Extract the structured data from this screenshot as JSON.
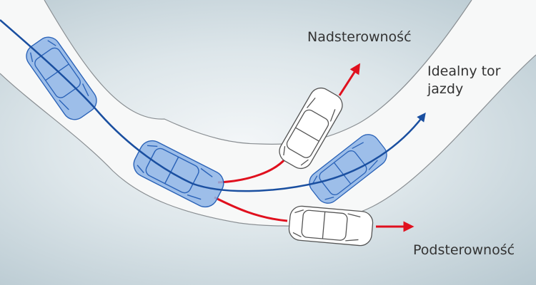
{
  "labels": {
    "oversteer": "Nadsterowność",
    "ideal_line_1": "Idealny tor",
    "ideal_line_2": "jazdy",
    "understeer": "Podsterowność"
  },
  "colors": {
    "ideal_path": "#1a4fa0",
    "deviation_path": "#e0101e",
    "car_blue_fill": "#8db4e6",
    "road": "#f7f8f8"
  }
}
